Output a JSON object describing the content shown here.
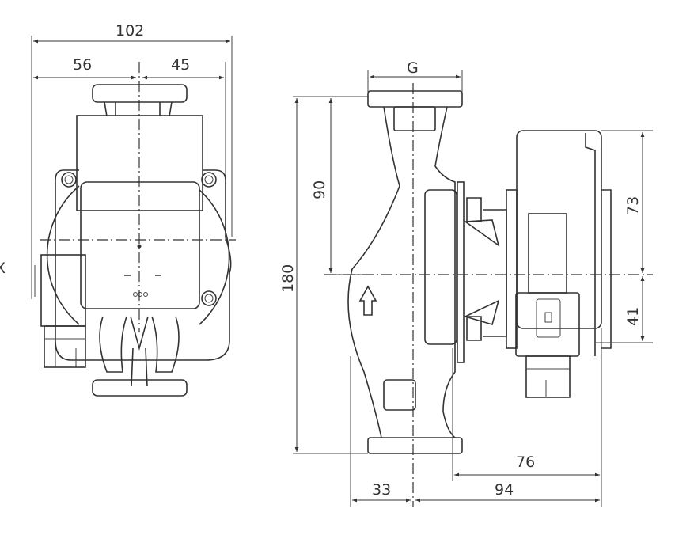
{
  "drawing": {
    "front_view": {
      "width_total": "102",
      "left_offset": "56",
      "right_offset": "45"
    },
    "side_view": {
      "thread_size": "G",
      "total_height": "180",
      "upper_half_height": "90",
      "motor_upper": "73",
      "motor_lower": "41",
      "motor_depth": "76",
      "depth_from_axis": "94",
      "inlet_offset": "33"
    },
    "edge_mark": "X"
  }
}
